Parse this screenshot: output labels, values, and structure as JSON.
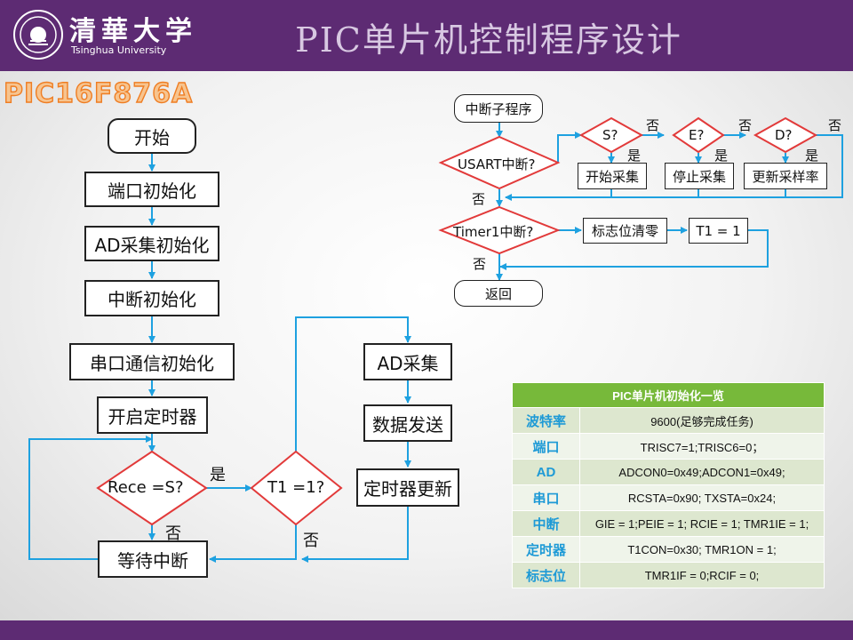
{
  "header": {
    "title": "PIC单片机控制程序设计",
    "logo_cn": "清華大学",
    "logo_en": "Tsinghua University"
  },
  "chip_title": "PIC16F876A",
  "main_flow": {
    "start": "开始",
    "port_init": "端口初始化",
    "ad_init": "AD采集初始化",
    "int_init": "中断初始化",
    "serial_init": "串口通信初始化",
    "timer_start": "开启定时器",
    "rece_decision": "Rece =S?",
    "t1_decision": "T1 =1?",
    "wait_int": "等待中断",
    "ad_sample": "AD采集",
    "data_send": "数据发送",
    "timer_update": "定时器更新",
    "yes": "是",
    "no": "否"
  },
  "isr_flow": {
    "title": "中断子程序",
    "usart": "USART中断?",
    "s_q": "S?",
    "e_q": "E?",
    "d_q": "D?",
    "start_sample": "开始采集",
    "stop_sample": "停止采集",
    "update_rate": "更新采样率",
    "timer1": "Timer1中断?",
    "clear_flag": "标志位清零",
    "t1_set": "T1 = 1",
    "return": "返回",
    "yes": "是",
    "no": "否"
  },
  "init_table": {
    "title": "PIC单片机初始化一览",
    "rows": [
      {
        "key": "波特率",
        "value": "9600(足够完成任务)"
      },
      {
        "key": "端口",
        "value": "TRISC7=1;TRISC6=0；"
      },
      {
        "key": "AD",
        "value": "ADCON0=0x49;ADCON1=0x49;"
      },
      {
        "key": "串口",
        "value": "RCSTA=0x90; TXSTA=0x24;"
      },
      {
        "key": "中断",
        "value": "GIE  = 1;PEIE = 1; RCIE = 1; TMR1IE = 1;"
      },
      {
        "key": "定时器",
        "value": "T1CON=0x30; TMR1ON = 1;"
      },
      {
        "key": "标志位",
        "value": "TMR1IF = 0;RCIF = 0;"
      }
    ]
  },
  "colors": {
    "header_bg": "#5d2b73",
    "arrow": "#1ea1e0",
    "decision_border": "#e23a3a",
    "table_header": "#77b93a",
    "table_key": "#1e9ad6"
  }
}
